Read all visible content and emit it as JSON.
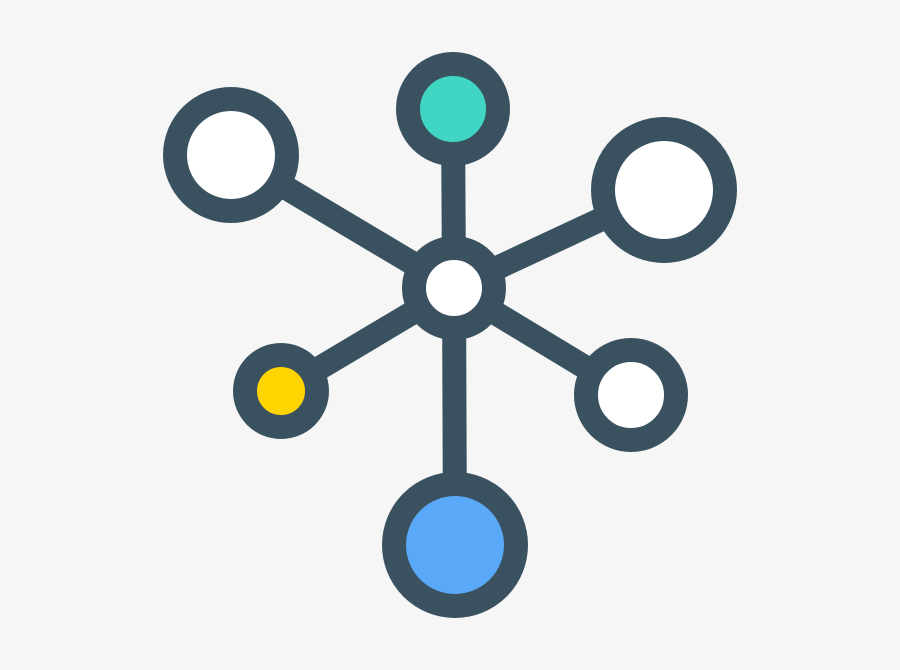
{
  "icon": {
    "name": "network-hub-icon",
    "colors": {
      "background": "#f6f6f6",
      "stroke": "#3a5260",
      "fill_default": "#ffffff",
      "teal": "#41d6c3",
      "yellow": "#ffd400",
      "blue": "#5aa8f8"
    },
    "nodes": [
      {
        "id": "hub",
        "color": "fill_default"
      },
      {
        "id": "top",
        "color": "teal"
      },
      {
        "id": "upper-left",
        "color": "fill_default"
      },
      {
        "id": "upper-right",
        "color": "fill_default"
      },
      {
        "id": "lower-left",
        "color": "yellow"
      },
      {
        "id": "lower-right",
        "color": "fill_default"
      },
      {
        "id": "bottom",
        "color": "blue"
      }
    ]
  }
}
